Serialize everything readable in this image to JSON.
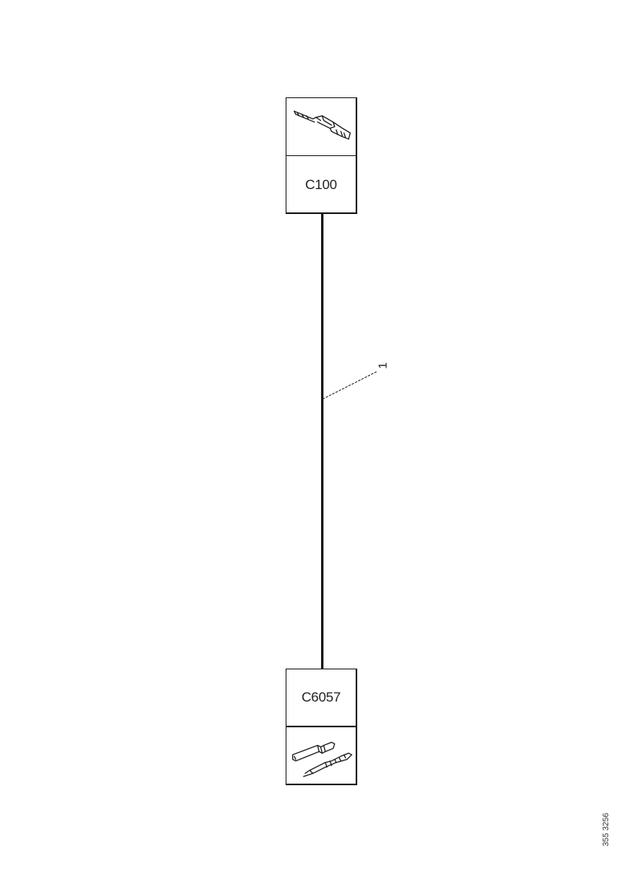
{
  "connectors": {
    "top": {
      "label": "C100",
      "icon": "terminal-pin-icon"
    },
    "bottom": {
      "label": "C6057",
      "icon": "terminal-socket-icon"
    }
  },
  "wire": {
    "callout": "1"
  },
  "drawing_number": "355 3256"
}
